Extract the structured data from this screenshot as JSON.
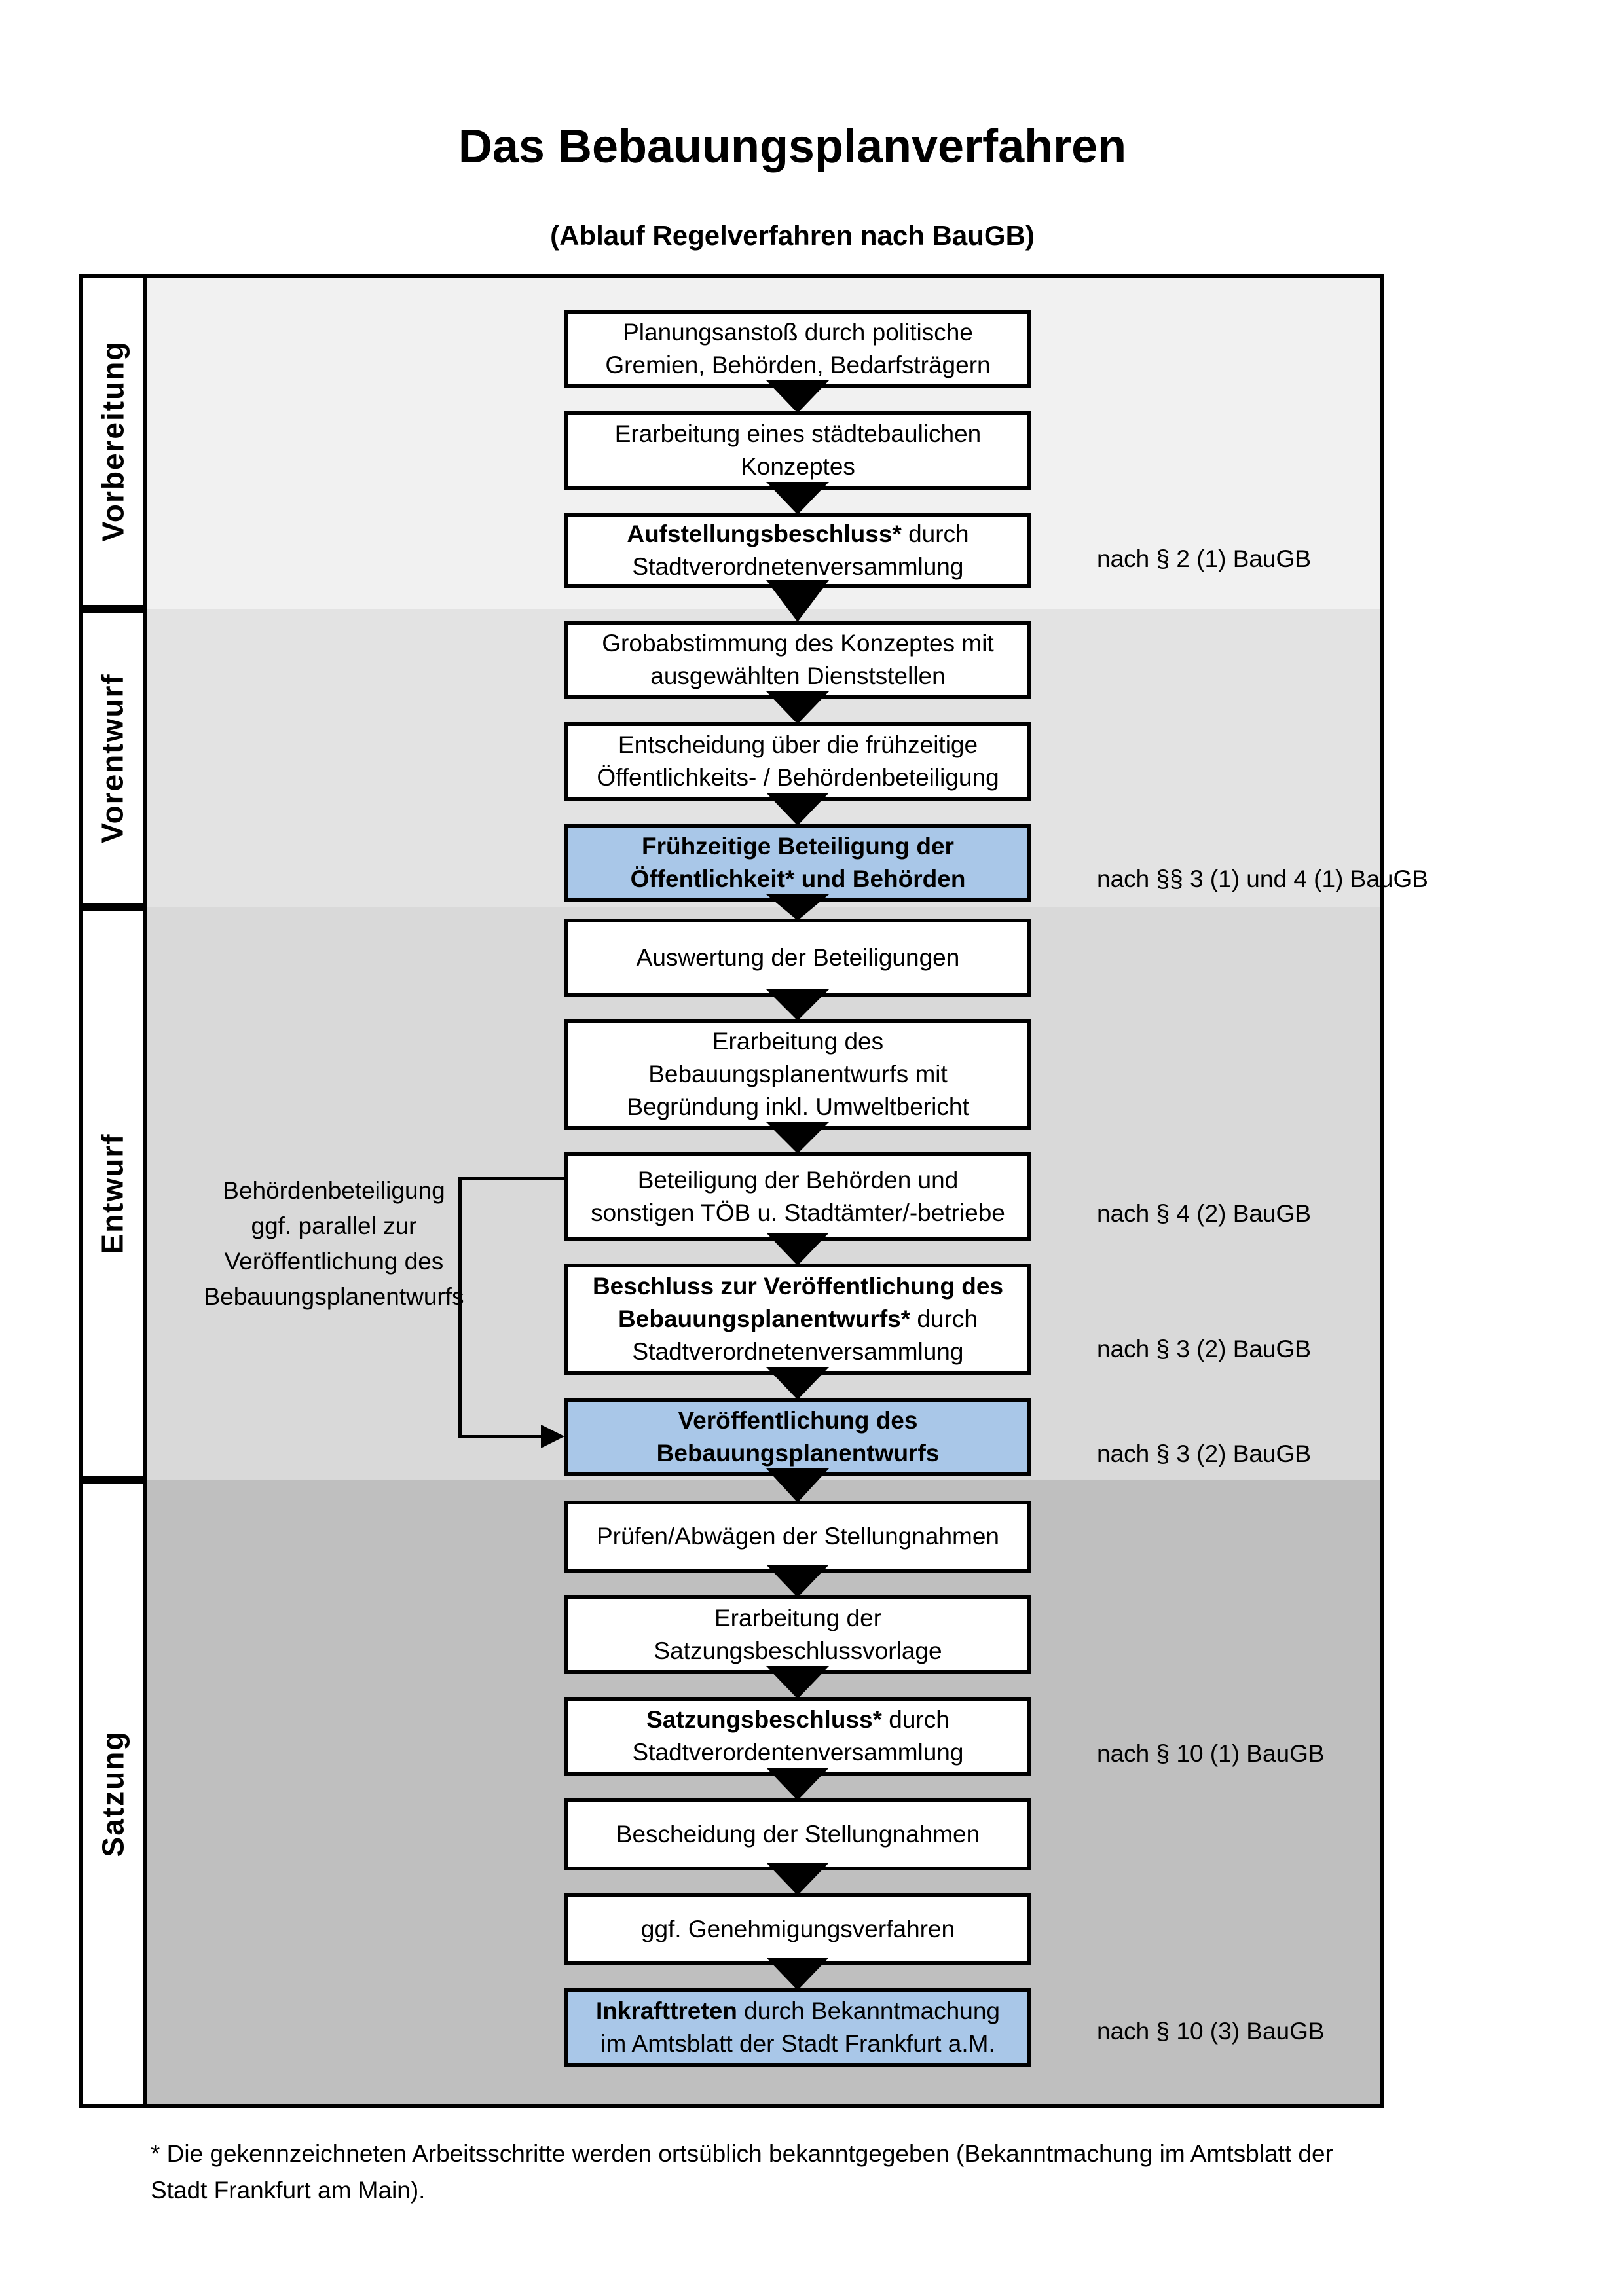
{
  "title": "Das Bebauungsplanverfahren",
  "subtitle": "(Ablauf Regelverfahren nach BauGB)",
  "colors": {
    "band_vorbereitung": "#f1f1f1",
    "band_vorentwurf": "#e3e3e3",
    "band_entwurf": "#d9d9d9",
    "band_satzung": "#bfbfbf",
    "highlight_blue": "#a9c7e8",
    "line_black": "#000000"
  },
  "phases": [
    {
      "label": "Vorbereitung"
    },
    {
      "label": "Vorentwurf"
    },
    {
      "label": "Entwurf"
    },
    {
      "label": "Satzung"
    }
  ],
  "steps": [
    {
      "lines": [
        {
          "r": "Planungsanstoß durch politische"
        },
        {
          "r": "Gremien, Behörden, Bedarfsträgern"
        }
      ]
    },
    {
      "lines": [
        {
          "r": "Erarbeitung eines städtebaulichen"
        },
        {
          "r": "Konzeptes"
        }
      ]
    },
    {
      "lines": [
        {
          "b": "Aufstellungsbeschluss*",
          "r": " durch"
        },
        {
          "r": "Stadtverordnetenversammlung"
        }
      ]
    },
    {
      "lines": [
        {
          "r": "Grobabstimmung des Konzeptes mit"
        },
        {
          "r": "ausgewählten Dienststellen"
        }
      ]
    },
    {
      "lines": [
        {
          "r": "Entscheidung über die frühzeitige"
        },
        {
          "r": "Öffentlichkeits- / Behördenbeteiligung"
        }
      ]
    },
    {
      "highlighted": true,
      "lines": [
        {
          "b": "Frühzeitige Beteiligung der"
        },
        {
          "b": "Öffentlichkeit* und Behörden"
        }
      ]
    },
    {
      "lines": [
        {
          "r": "Auswertung der Beteiligungen"
        }
      ]
    },
    {
      "lines": [
        {
          "r": "Erarbeitung des"
        },
        {
          "r": "Bebauungsplanentwurfs mit"
        },
        {
          "r": "Begründung inkl. Umweltbericht"
        }
      ]
    },
    {
      "lines": [
        {
          "r": "Beteiligung der Behörden und"
        },
        {
          "r": "sonstigen TÖB u. Stadtämter/-betriebe"
        }
      ]
    },
    {
      "lines": [
        {
          "b": "Beschluss zur Veröffentlichung des"
        },
        {
          "b": "Bebauungsplanentwurfs*",
          "r": " durch"
        },
        {
          "r": "Stadtverordnetenversammlung"
        }
      ]
    },
    {
      "highlighted": true,
      "lines": [
        {
          "b": "Veröffentlichung des"
        },
        {
          "b": "Bebauungsplanentwurfs"
        }
      ]
    },
    {
      "lines": [
        {
          "r": "Prüfen/Abwägen der Stellungnahmen"
        }
      ]
    },
    {
      "lines": [
        {
          "r": "Erarbeitung der"
        },
        {
          "r": "Satzungsbeschlussvorlage"
        }
      ]
    },
    {
      "lines": [
        {
          "b": "Satzungsbeschluss*",
          "r": " durch"
        },
        {
          "r": "Stadtverordentenversammlung"
        }
      ]
    },
    {
      "lines": [
        {
          "r": "Bescheidung der Stellungnahmen"
        }
      ]
    },
    {
      "lines": [
        {
          "r": "ggf. Genehmigungsverfahren"
        }
      ]
    },
    {
      "highlighted": true,
      "lines": [
        {
          "b": "Inkrafttreten",
          "r": " durch Bekanntmachung"
        },
        {
          "r": "im Amtsblatt der Stadt Frankfurt a.M."
        }
      ]
    }
  ],
  "annotations": [
    {
      "text": "nach § 2 (1) BauGB"
    },
    {
      "text": "nach §§ 3 (1) und 4 (1) BauGB"
    },
    {
      "text": "nach § 4 (2) BauGB"
    },
    {
      "text": "nach § 3 (2) BauGB"
    },
    {
      "text": "nach § 3 (2) BauGB"
    },
    {
      "text": "nach § 10 (1) BauGB"
    },
    {
      "text": "nach § 10 (3) BauGB"
    }
  ],
  "side_note": {
    "lines": [
      "Behördenbeteiligung",
      "ggf. parallel zur",
      "Veröffentlichung des",
      "Bebauungsplanentwurfs"
    ]
  },
  "footnote": "* Die gekennzeichneten Arbeitsschritte werden ortsüblich bekanntgegeben (Bekanntmachung im Amtsblatt der Stadt Frankfurt am Main)."
}
